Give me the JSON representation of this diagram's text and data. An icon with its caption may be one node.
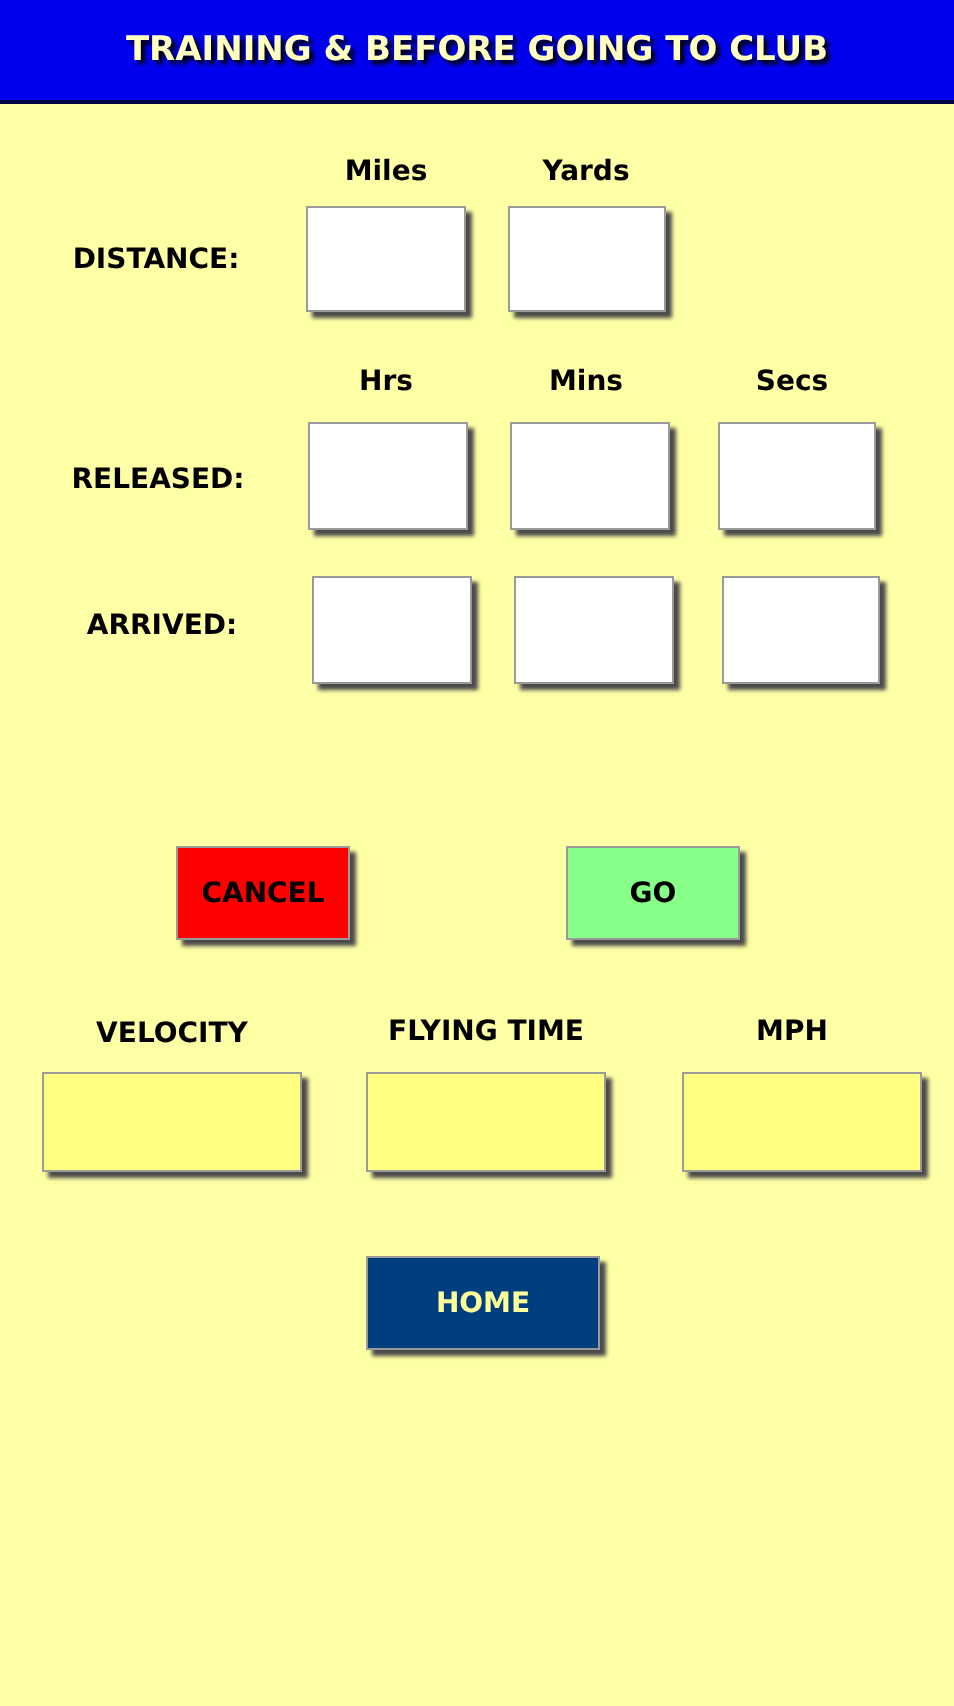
{
  "diagram": {
    "title": "TRAINING & BEFORE GOING TO CLUB",
    "nodes": [
      {
        "text": [],
        "shape": "box"
      },
      {
        "text": [],
        "shape": "box"
      },
      {
        "text": [],
        "shape": "box"
      },
      {
        "text": [],
        "shape": "box"
      },
      {
        "text": [],
        "shape": "box"
      },
      {
        "text": [],
        "shape": "box"
      },
      {
        "text": [],
        "shape": "box"
      },
      {
        "text": [],
        "shape": "box"
      },
      {
        "text": [
          "CANCEL"
        ]
      },
      {
        "text": [
          "GO"
        ]
      },
      {
        "text": [],
        "shape": "box"
      },
      {
        "text": [],
        "shape": "box"
      },
      {
        "text": [],
        "shape": "box"
      },
      {
        "text": [
          "HOME"
        ]
      }
    ],
    "labels": [
      "Miles",
      "Yards",
      "DISTANCE:",
      "Hrs",
      "Mins",
      "Secs",
      "RELEASED:",
      "ARRIVED:",
      "VELOCITY",
      "FLYING TIME",
      "MPH"
    ]
  }
}
